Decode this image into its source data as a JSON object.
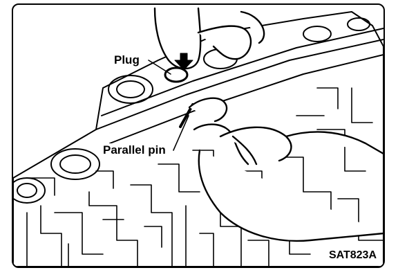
{
  "labels": {
    "plug": "Plug",
    "parallel_pin": "Parallel pin"
  },
  "figure_id": "SAT823A",
  "colors": {
    "ink": "#000000",
    "paper": "#ffffff"
  }
}
